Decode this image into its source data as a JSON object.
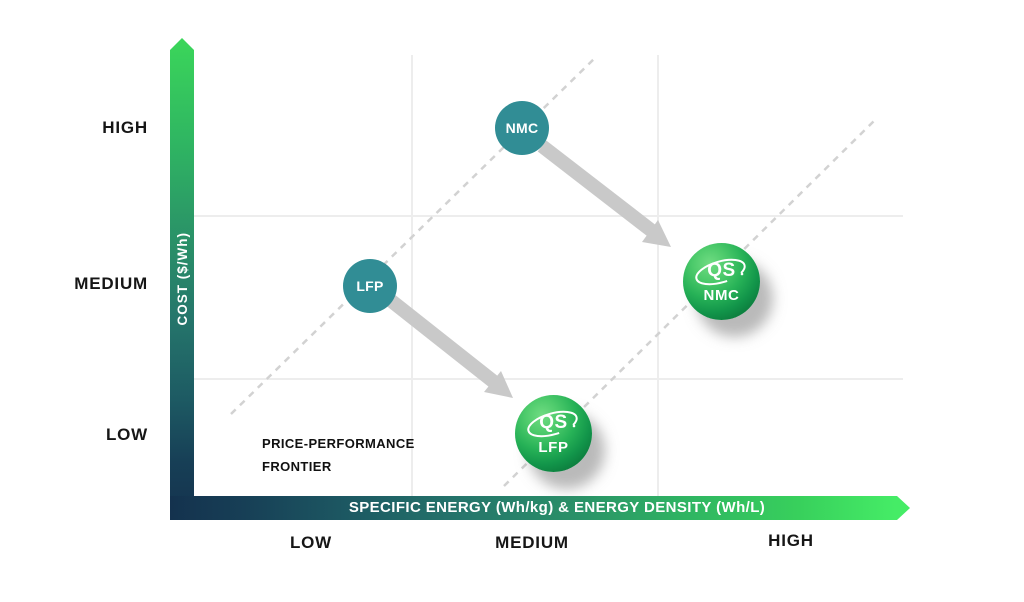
{
  "axes": {
    "y_label": "COST ($/Wh)",
    "x_label": "SPECIFIC ENERGY (Wh/kg) & ENERGY DENSITY (Wh/L)",
    "y_ticks": [
      "HIGH",
      "MEDIUM",
      "LOW"
    ],
    "x_ticks": [
      "LOW",
      "MEDIUM",
      "HIGH"
    ]
  },
  "annotation": {
    "line1": "PRICE-PERFORMANCE",
    "line2": "FRONTIER"
  },
  "nodes": {
    "nmc": {
      "label": "NMC"
    },
    "lfp": {
      "label": "LFP"
    },
    "qs_nmc": {
      "logo": "QS",
      "label": "NMC"
    },
    "qs_lfp": {
      "logo": "QS",
      "label": "LFP"
    }
  },
  "colors": {
    "teal_node": "#318d95",
    "sphere_green_light": "#70dc82",
    "sphere_green_dark": "#0a6431",
    "axis_green": "#3bd65a",
    "axis_navy": "#14324e",
    "arrow_gray": "#c9c9c9",
    "dash_gray": "#d2d2d2",
    "grid_gray": "#ededed"
  },
  "chart_data": {
    "type": "scatter",
    "title": "",
    "xlabel": "SPECIFIC ENERGY (Wh/kg) & ENERGY DENSITY (Wh/L)",
    "ylabel": "COST ($/Wh)",
    "x_tick_labels": [
      "LOW",
      "MEDIUM",
      "HIGH"
    ],
    "y_tick_labels": [
      "HIGH",
      "MEDIUM",
      "LOW"
    ],
    "grid": true,
    "points": [
      {
        "name": "NMC",
        "x": "medium",
        "y": "high",
        "style": "flat-teal-circle"
      },
      {
        "name": "LFP",
        "x": "low-medium",
        "y": "medium",
        "style": "flat-teal-circle"
      },
      {
        "name": "QS NMC",
        "x": "high",
        "y": "medium",
        "style": "green-3d-sphere"
      },
      {
        "name": "QS LFP",
        "x": "medium",
        "y": "low",
        "style": "green-3d-sphere"
      }
    ],
    "arrows": [
      {
        "from": "NMC",
        "to": "QS NMC",
        "meaning": "lower cost + higher energy"
      },
      {
        "from": "LFP",
        "to": "QS LFP",
        "meaning": "lower cost + higher energy"
      }
    ],
    "frontier_lines": [
      {
        "through": [
          "LFP",
          "NMC"
        ],
        "style": "dashed diagonal"
      },
      {
        "through": [
          "QS LFP",
          "QS NMC"
        ],
        "style": "dashed diagonal"
      }
    ],
    "annotations": [
      "PRICE-PERFORMANCE FRONTIER"
    ]
  }
}
